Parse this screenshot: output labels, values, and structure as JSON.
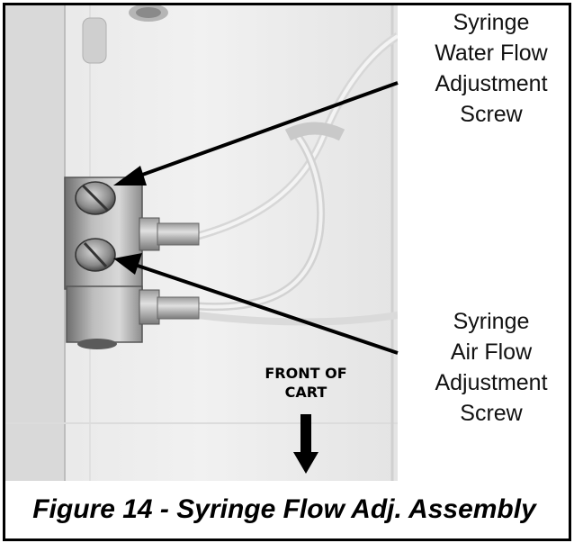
{
  "callouts": {
    "water": {
      "line1": "Syringe",
      "line2": "Water Flow",
      "line3": "Adjustment",
      "line4": "Screw"
    },
    "air": {
      "line1": "Syringe",
      "line2": "Air Flow",
      "line3": "Adjustment",
      "line4": "Screw"
    }
  },
  "direction": {
    "line1": "FRONT OF",
    "line2": "CART"
  },
  "caption": "Figure 14 - Syringe Flow Adj. Assembly",
  "colors": {
    "border": "#000000",
    "photo_background": "#e8e8e8",
    "arrow": "#000000"
  }
}
